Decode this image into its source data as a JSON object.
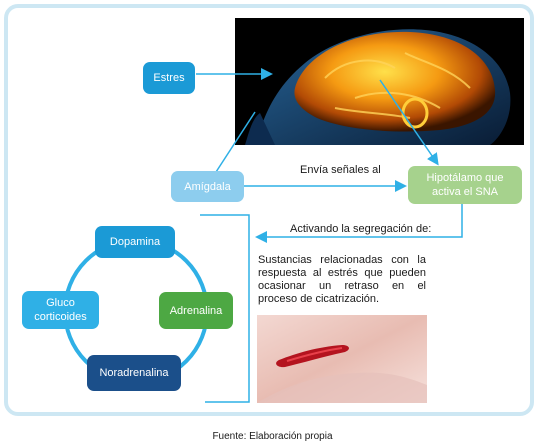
{
  "nodes": {
    "estres": "Estres",
    "amigdala": "Amígdala",
    "hipotalamo": "Hipotálamo que activa el SNA",
    "dopamina": "Dopamina",
    "adrenalina": "Adrenalina",
    "noradrenalina": "Noradrenalina",
    "gluco": "Gluco corticoides"
  },
  "labels": {
    "envia": "Envía señales al",
    "activando": "Activando la segregación de:",
    "sustancias": "Sustancias relacionadas con la respuesta al estrés que pueden ocasionar un retraso en el proceso de cicatrización."
  },
  "caption": "Fuente: Elaboración propia",
  "colors": {
    "estres": "#1b9ad6",
    "amigdala": "#8dcdee",
    "hipotalamo": "#a6d28d",
    "dopamina": "#1b9ad6",
    "adrenalina": "#4da843",
    "noradrenalina": "#1b4f8a",
    "gluco": "#2fb0e6",
    "connector": "#2fb0e6",
    "frame": "#cde7f3"
  }
}
